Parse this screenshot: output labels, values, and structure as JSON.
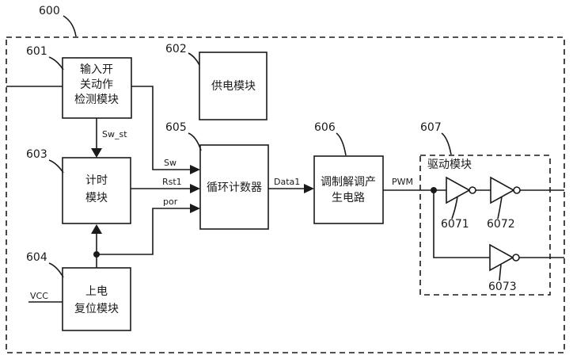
{
  "ref_labels": {
    "system": "600",
    "input_detect": "601",
    "power_supply": "602",
    "timer": "603",
    "power_on_reset": "604",
    "loop_counter": "605",
    "modem": "606",
    "driver": "607",
    "inv_6071": "6071",
    "inv_6072": "6072",
    "inv_6073": "6073"
  },
  "blocks": {
    "input_detect": [
      "输入开",
      "关动作",
      "检测模块"
    ],
    "power_supply": [
      "供电模块"
    ],
    "timer": [
      "计时",
      "模块"
    ],
    "power_on_reset": [
      "上电",
      "复位模块"
    ],
    "loop_counter": [
      "循环计数器"
    ],
    "modem": [
      "调制解调产",
      "生电路"
    ],
    "driver": "驱动模块"
  },
  "signals": {
    "sw_st": "Sw_st",
    "sw": "Sw",
    "rst1": "Rst1",
    "por": "por",
    "data1": "Data1",
    "pwm": "PWM",
    "vcc": "VCC"
  }
}
